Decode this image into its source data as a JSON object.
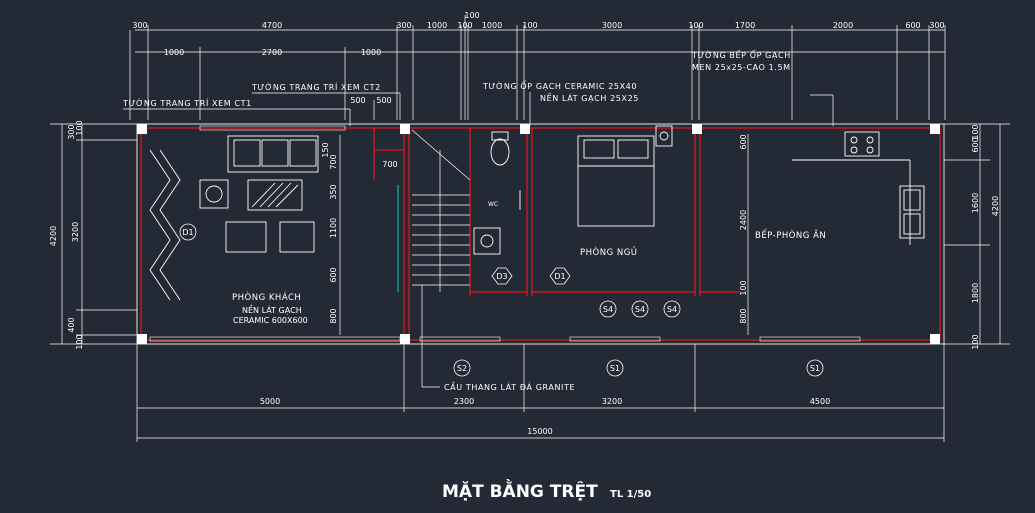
{
  "title": {
    "main": "MẶT BẰNG TRỆT",
    "scale": "TL 1/50"
  },
  "dims_top_row1": [
    "300",
    "4700",
    "300",
    "1000",
    "100",
    "1000",
    "100",
    "3000",
    "100",
    "1700",
    "2000",
    "600",
    "300"
  ],
  "dims_top_row2": [
    "1000",
    "2700",
    "1000",
    "500",
    "500",
    "700"
  ],
  "dims_top_extra": "100",
  "dims_bottom": {
    "d5000": "5000",
    "d2300": "2300",
    "d3200": "3200",
    "d4500": "4500",
    "total": "15000"
  },
  "dims_left": {
    "outer": "4200",
    "d300": "300",
    "d3200": "3200",
    "d400": "400",
    "d100a": "100",
    "d100b": "100"
  },
  "dims_stair": {
    "d150": "150",
    "d700": "700",
    "d350": "350",
    "d1100": "1100",
    "d600": "600",
    "d800": "800"
  },
  "dims_bedroom": {
    "d600": "600",
    "d2400": "2400",
    "d100": "100",
    "d800": "800"
  },
  "dims_right": {
    "outer": "4200",
    "d100a": "100",
    "d600": "600",
    "d1600": "1600",
    "d1800": "1800",
    "d100b": "100"
  },
  "labels": {
    "ct2": "TƯỜNG TRANG TRÍ XEM CT2",
    "ct1": "TƯỜNG TRANG TRÍ XEM CT1",
    "ceramic_wall": "TƯỜNG ỐP GẠCH CERAMIC 25X40",
    "floor_tile": "NỀN LÁT GẠCH 25X25",
    "kitchen_wall1": "TƯỜNG BẾP ỐP GẠCH",
    "kitchen_wall2": "MEN 25x25-CAO 1.5M",
    "stair": "CẦU THANG LÁT ĐÁ GRANITE",
    "wc": "WC"
  },
  "rooms": {
    "living": "PHÒNG KHÁCH",
    "living_floor1": "NỀN LÁT GẠCH",
    "living_floor2": "CERAMIC 600X600",
    "bedroom": "PHÒNG NGỦ",
    "kitchen": "BẾP-PHÒNG ĂN"
  },
  "tags": {
    "d1a": "D1",
    "d1b": "D1",
    "d3": "D3",
    "s4a": "S4",
    "s4b": "S4",
    "s4c": "S4",
    "s2": "S2",
    "s1a": "S1",
    "s1b": "S1"
  },
  "colors": {
    "background": "#232a35",
    "wall": "#e01818",
    "line": "#ffffff",
    "accent": "#18c8c8"
  }
}
